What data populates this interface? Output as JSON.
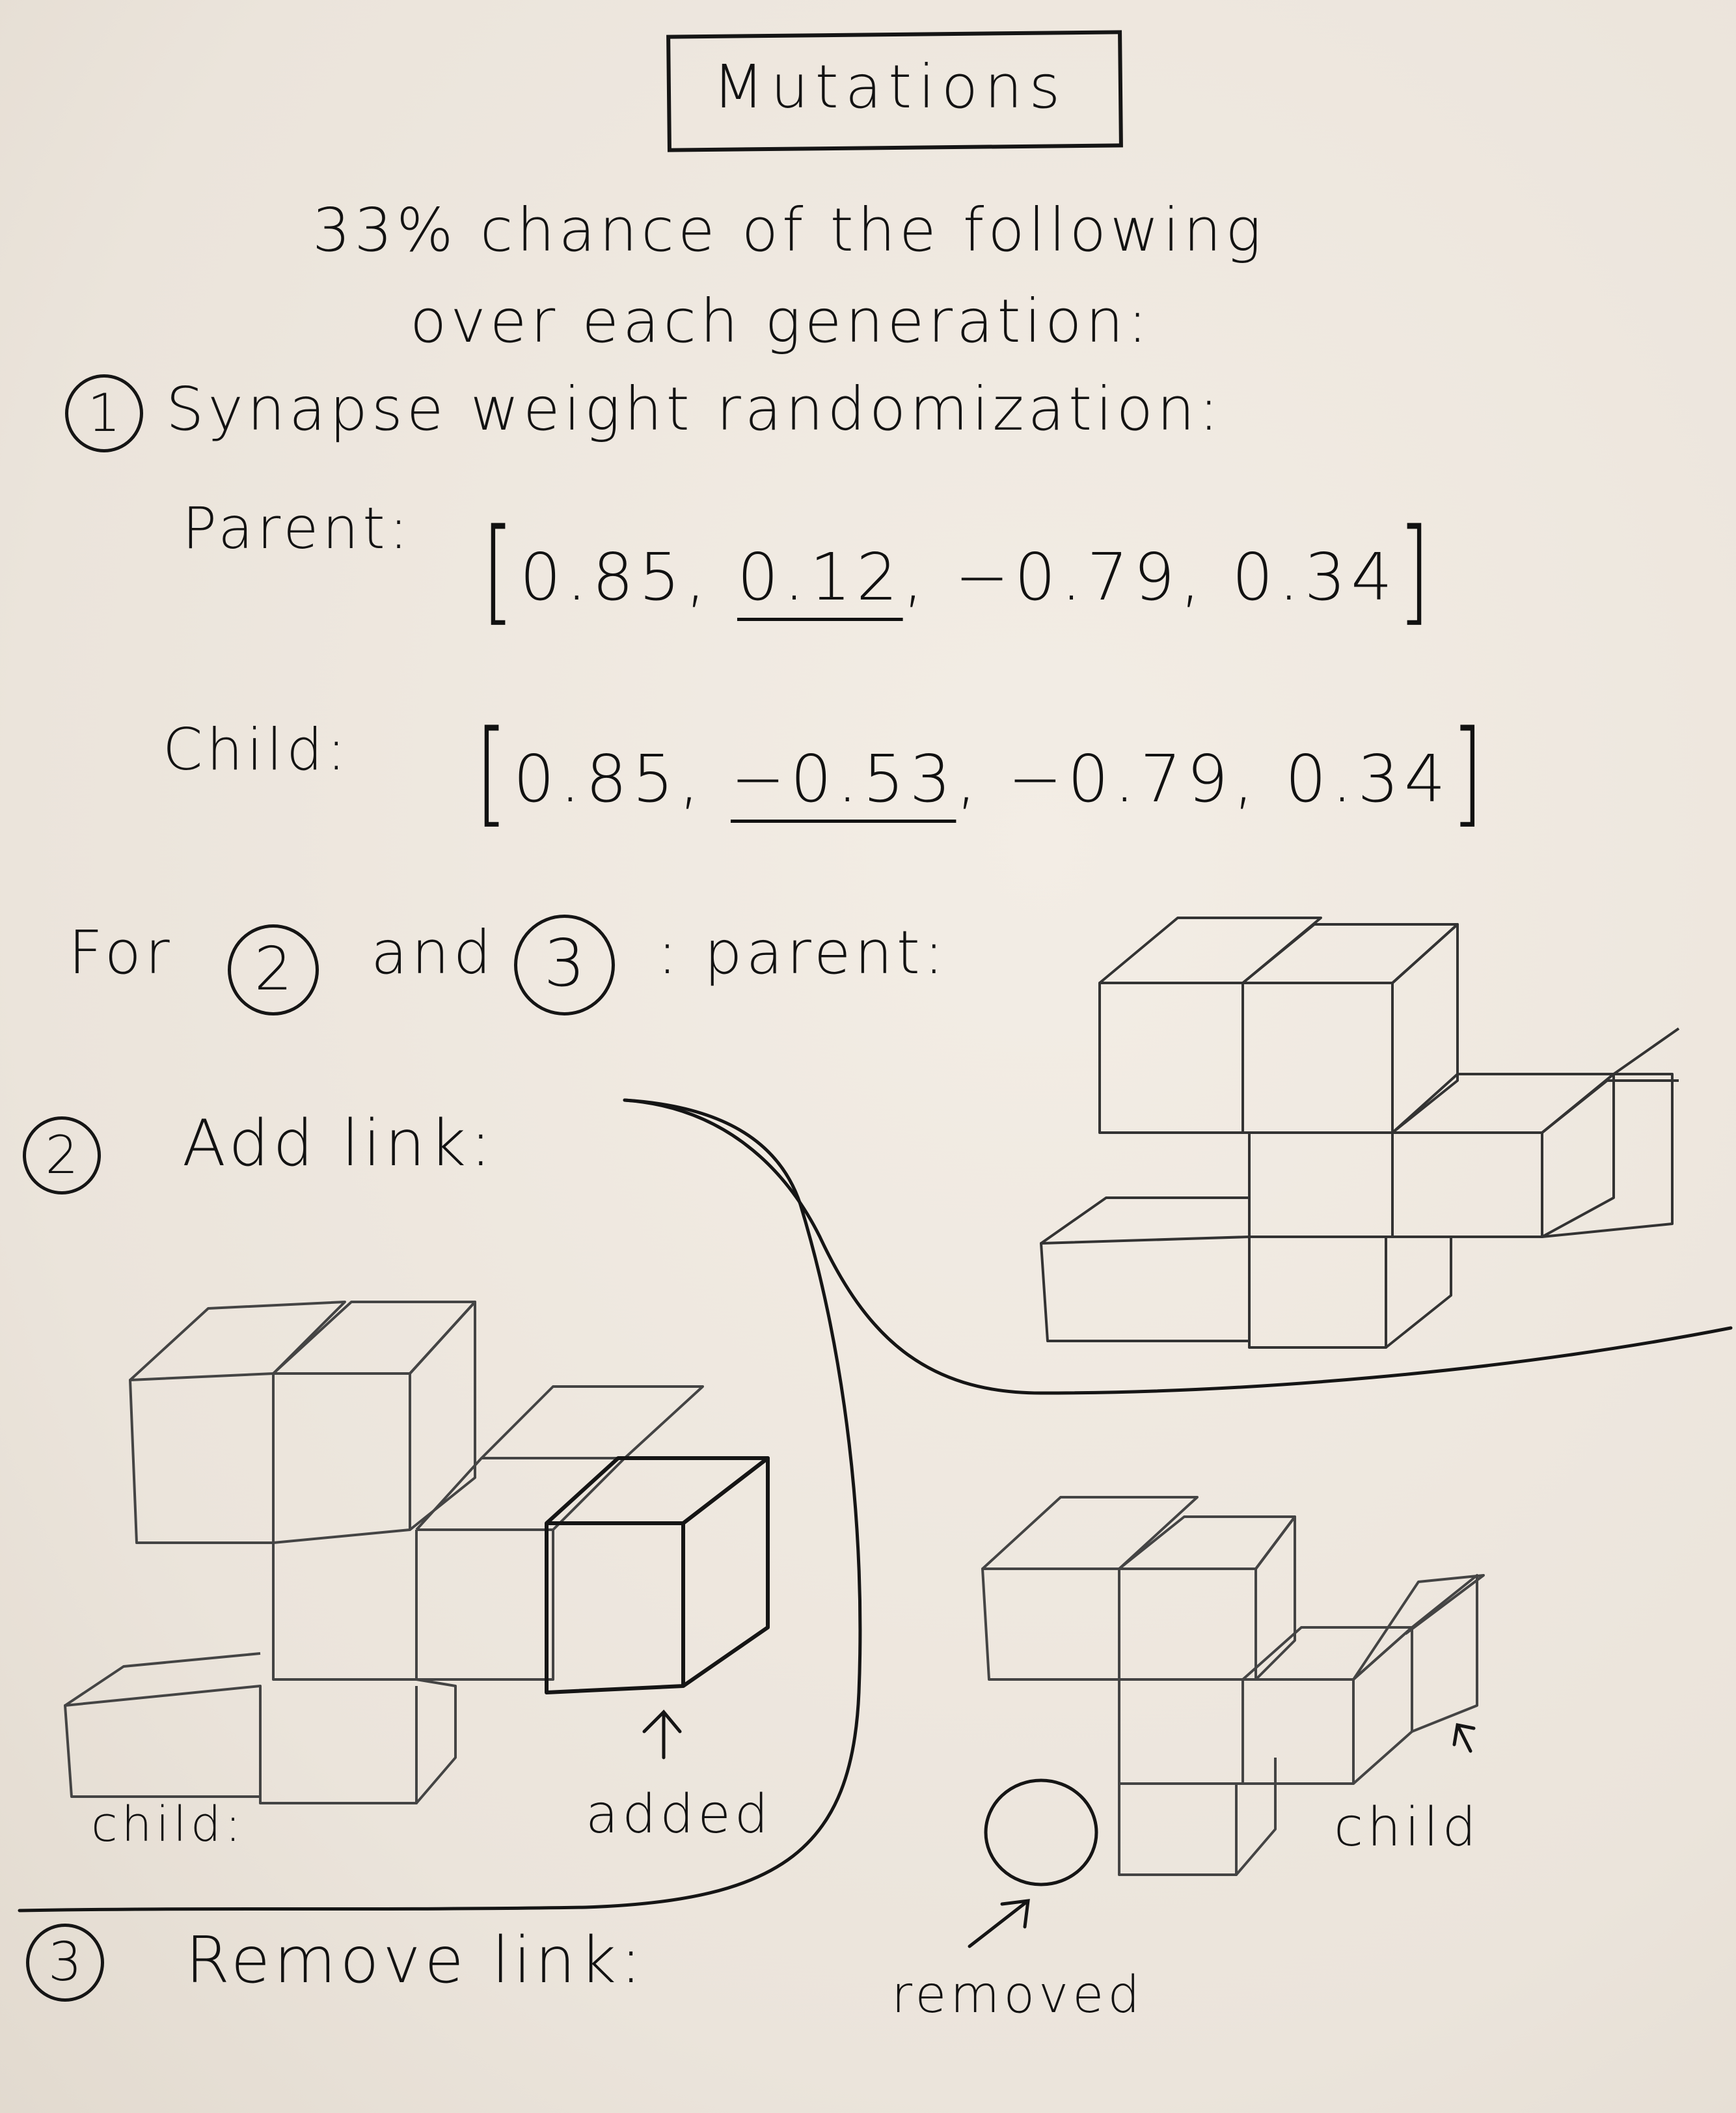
{
  "title": "Mutations",
  "intro": {
    "line1": "33% chance of the following",
    "line2": "over each generation:"
  },
  "section1": {
    "number": "1",
    "heading": "Synapse weight randomization:",
    "parent_label": "Parent:",
    "parent_weights": [
      "0.85",
      "0.12",
      "−0.79",
      "0.34"
    ],
    "child_label": "Child:",
    "child_weights": [
      "0.85",
      "−0.53",
      "−0.79",
      "0.34"
    ]
  },
  "for_line": {
    "prefix": "For",
    "num_a": "2",
    "conj": "and",
    "num_b": "3",
    "suffix": ": parent:"
  },
  "section2": {
    "number": "2",
    "heading": "Add link:",
    "child_label": "child:",
    "added_label": "added"
  },
  "section3": {
    "number": "3",
    "heading": "Remove link:",
    "removed_label": "removed",
    "child_label": "child"
  },
  "colors": {
    "paper": "#efe8e0",
    "ink": "#151515",
    "pencil": "#555555"
  }
}
